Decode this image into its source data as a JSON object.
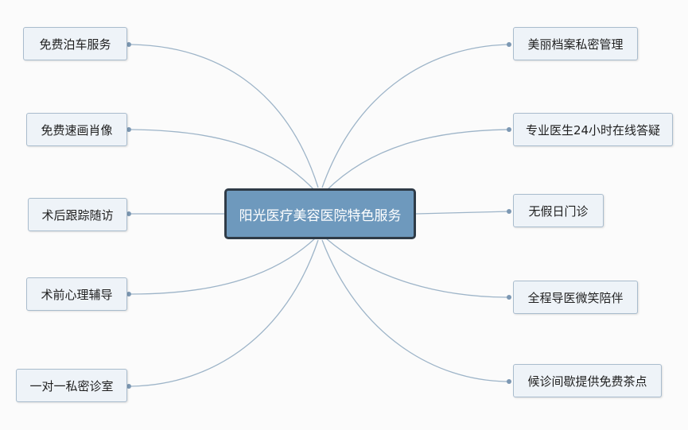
{
  "central": {
    "label": "阳光医疗美容医院特色服务"
  },
  "left_nodes": [
    {
      "label": "免费泊车服务"
    },
    {
      "label": "免费速画肖像"
    },
    {
      "label": "术后跟踪随访"
    },
    {
      "label": "术前心理辅导"
    },
    {
      "label": "一对一私密诊室"
    }
  ],
  "right_nodes": [
    {
      "label": "美丽档案私密管理"
    },
    {
      "label": "专业医生24小时在线答疑"
    },
    {
      "label": "无假日门诊"
    },
    {
      "label": "全程导医微笑陪伴"
    },
    {
      "label": "候诊间歇提供免费茶点"
    }
  ],
  "colors": {
    "connector": "#9db4c8",
    "central_fill": "#6e99bd",
    "central_border": "#2f3b47",
    "node_fill": "#eef3f8",
    "node_border": "#a9bccd"
  }
}
